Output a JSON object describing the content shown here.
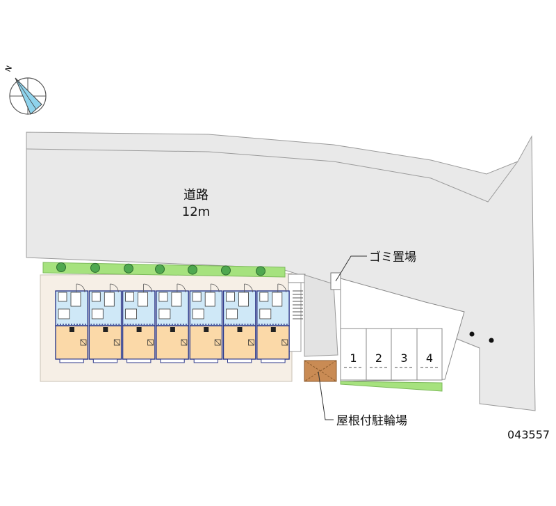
{
  "compass": {
    "north_label": "N"
  },
  "road": {
    "name": "道路",
    "width": "12m"
  },
  "labels": {
    "garbage": "ゴミ置場",
    "bicycle": "屋根付駐輪場",
    "property_id": "043557"
  },
  "parking_spaces": [
    {
      "number": "1"
    },
    {
      "number": "2"
    },
    {
      "number": "3"
    },
    {
      "number": "4"
    }
  ],
  "colors": {
    "road": "#e9e9e9",
    "lot": "#f6efe6",
    "hedge": "#a6e27e",
    "tree": "#4fa84f",
    "unit_bath": "#cfe8f7",
    "unit_room": "#fbd9a8",
    "bicycle_roof": "#c98b54",
    "unit_wall": "#2d3a8c"
  }
}
